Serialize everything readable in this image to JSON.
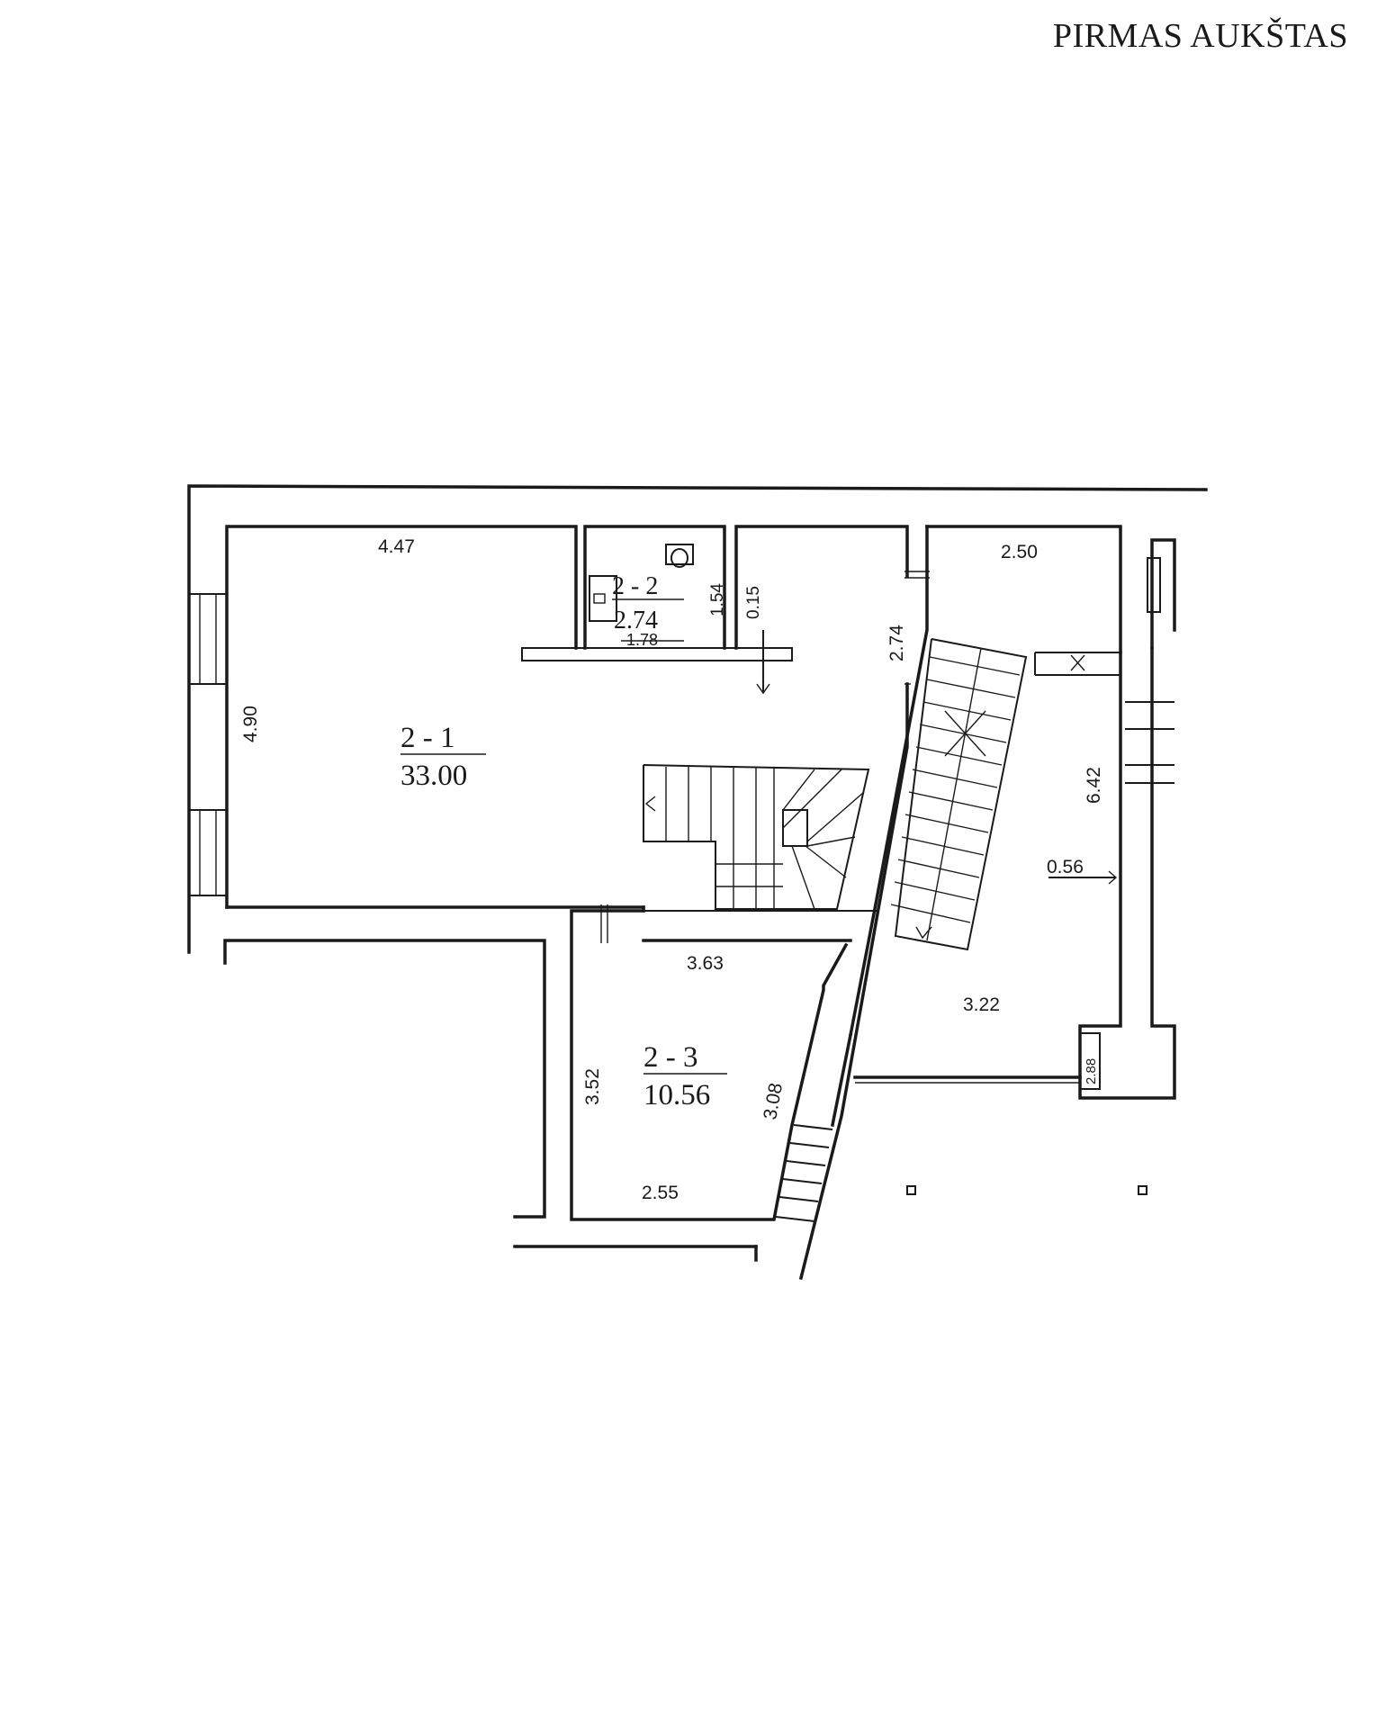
{
  "title": "PIRMAS AUKŠTAS",
  "rooms": [
    {
      "id": "2 - 1",
      "area": "33.00"
    },
    {
      "id": "2 - 2",
      "area": "2.74"
    },
    {
      "id": "2 - 3",
      "area": "10.56"
    }
  ],
  "dimensions": {
    "d447": "4.47",
    "d490": "4.90",
    "d154": "1.54",
    "d015": "0.15",
    "d178": "1.78",
    "d274": "2.74",
    "d250": "2.50",
    "d642": "6.42",
    "d056": "0.56",
    "d363": "3.63",
    "d322": "3.22",
    "d352": "3.52",
    "d308": "3.08",
    "d255": "2.55",
    "d288": "2.88"
  }
}
